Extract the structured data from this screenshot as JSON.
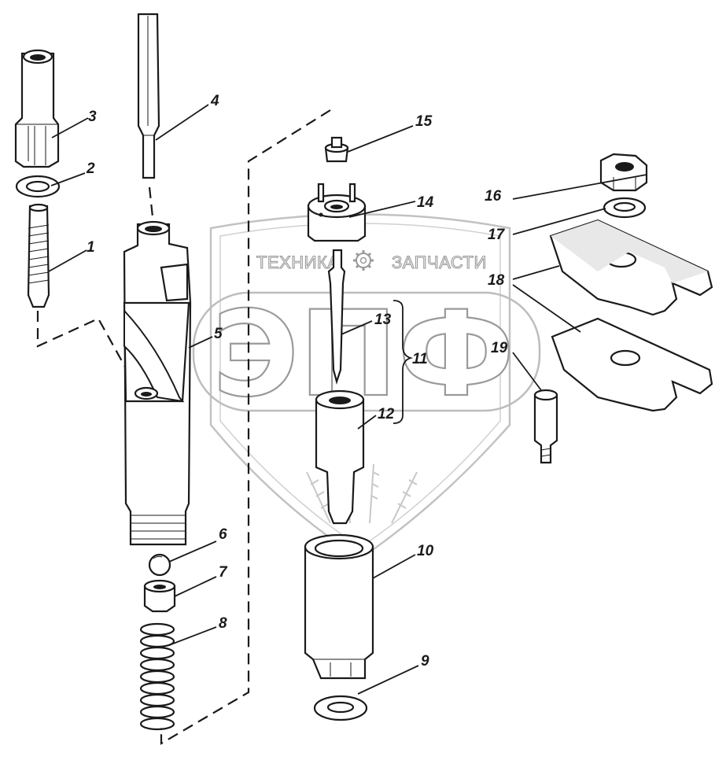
{
  "watermark": {
    "top_left": "ТЕХНИКА",
    "top_right": "ЗАПЧАСТИ",
    "logo": "ЭПФ"
  },
  "callouts": [
    {
      "id": "1",
      "label": "1"
    },
    {
      "id": "2",
      "label": "2"
    },
    {
      "id": "3",
      "label": "3"
    },
    {
      "id": "4",
      "label": "4"
    },
    {
      "id": "5",
      "label": "5"
    },
    {
      "id": "6",
      "label": "6"
    },
    {
      "id": "7",
      "label": "7"
    },
    {
      "id": "8",
      "label": "8"
    },
    {
      "id": "9",
      "label": "9"
    },
    {
      "id": "10",
      "label": "10"
    },
    {
      "id": "11",
      "label": "11"
    },
    {
      "id": "12",
      "label": "12"
    },
    {
      "id": "13",
      "label": "13"
    },
    {
      "id": "14",
      "label": "14"
    },
    {
      "id": "15",
      "label": "15"
    },
    {
      "id": "16",
      "label": "16"
    },
    {
      "id": "17",
      "label": "17"
    },
    {
      "id": "18",
      "label": "18"
    },
    {
      "id": "19",
      "label": "19"
    }
  ]
}
